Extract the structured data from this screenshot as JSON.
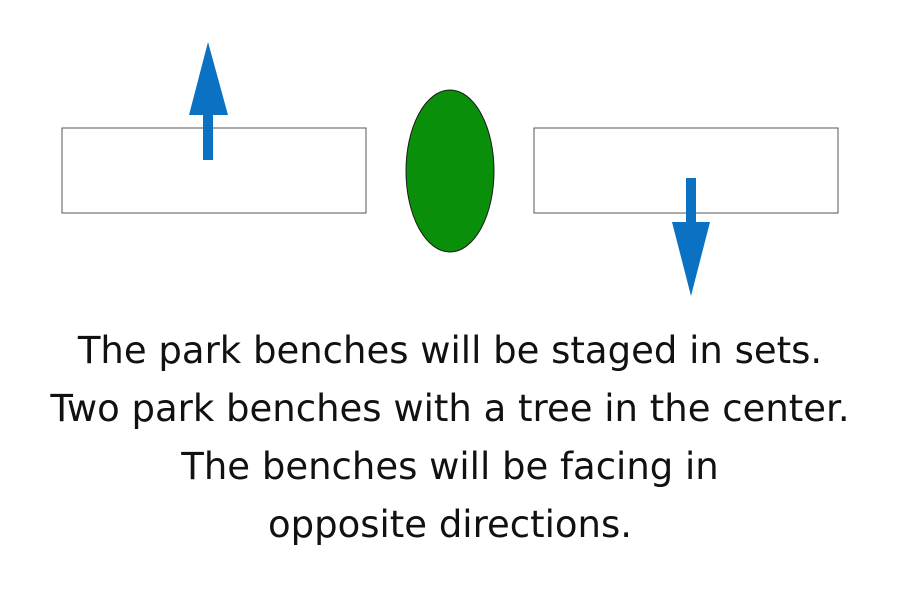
{
  "colors": {
    "arrow": "#0b72c3",
    "tree_fill": "#0a8f0a",
    "tree_stroke": "#1b1b1b",
    "bench_stroke": "#555555",
    "text": "#111111"
  },
  "diagram": {
    "left_bench": {
      "facing": "up",
      "arrow_icon": "arrow-up-icon"
    },
    "tree": {
      "shape": "ellipse",
      "icon": "tree-icon"
    },
    "right_bench": {
      "facing": "down",
      "arrow_icon": "arrow-down-icon"
    }
  },
  "caption": {
    "lines": [
      "The park benches will be staged in sets.",
      "Two park benches with a tree in the center.",
      "The benches  will be facing in",
      "opposite directions."
    ]
  }
}
